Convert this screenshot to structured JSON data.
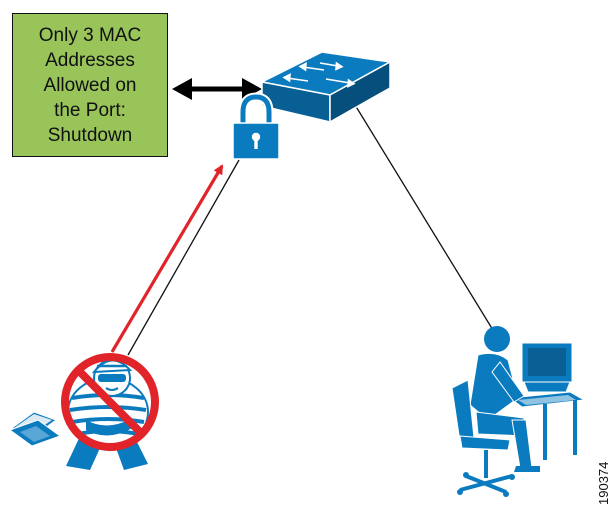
{
  "callout": {
    "lines": [
      "Only 3 MAC",
      "Addresses",
      "Allowed on",
      "the Port:",
      "Shutdown"
    ]
  },
  "figure_id": "190374",
  "colors": {
    "callout_fill": "#99c45a",
    "device_blue": "#0b7bbf",
    "attack_arrow": "#e0242a",
    "prohibit_sign": "#e0242a"
  },
  "icons": {
    "switch": "switch-icon",
    "lock": "padlock-icon",
    "attacker": "thief-icon",
    "attacker_laptop": "laptop-icon",
    "user": "user-workstation-icon",
    "link": "bidirectional-arrow-icon"
  }
}
